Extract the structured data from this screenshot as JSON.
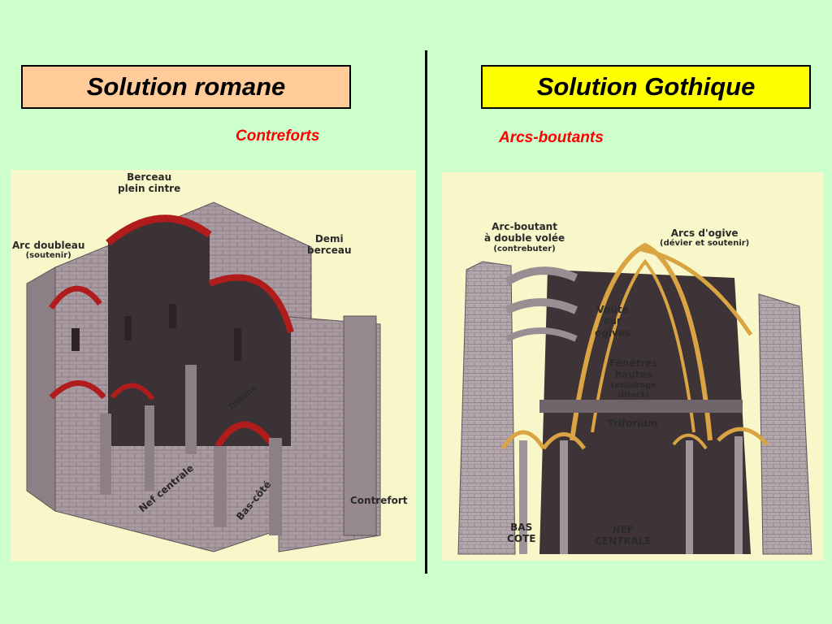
{
  "left": {
    "title": "Solution romane",
    "subtitle": "Contreforts",
    "labels": {
      "berceau": "Berceau",
      "plein_cintre": "plein cintre",
      "arc_doubleau": "Arc doubleau",
      "arc_doubleau_note": "(soutenir)",
      "demi": "Demi",
      "berceau2": "berceau",
      "tribune": "Tribune",
      "nef_centrale": "Nef centrale",
      "bas_cote": "Bas-côté",
      "contrefort": "Contrefort"
    }
  },
  "right": {
    "title": "Solution Gothique",
    "subtitle": "Arcs-boutants",
    "labels": {
      "arc_boutant_1": "Arc-boutant",
      "arc_boutant_2": "à double volée",
      "arc_boutant_note": "(contrebuter)",
      "arcs_ogive": "Arcs d'ogive",
      "arcs_ogive_note": "(dévier et soutenir)",
      "voute_1": "Voûte",
      "voute_2": "sur",
      "voute_3": "ogives",
      "fenetres_1": "Fenêtres",
      "fenetres_2": "hautes",
      "fenetres_note_1": "(éclairage",
      "fenetres_note_2": "direct)",
      "triforium": "Triforium",
      "bas_1": "BAS",
      "bas_2": "COTE",
      "nef_1": "NEF",
      "nef_2": "CENTRALE"
    }
  },
  "colors": {
    "background": "#ccffcc",
    "left_title_bg": "#ffcc99",
    "right_title_bg": "#ffff00",
    "subtitle": "#ff0000",
    "panel_bg": "#f7f7c9",
    "stone": "#a89aa0",
    "stone_dark": "#6f6469",
    "arch_red": "#b01c1c",
    "rib_gold": "#d9a441"
  }
}
